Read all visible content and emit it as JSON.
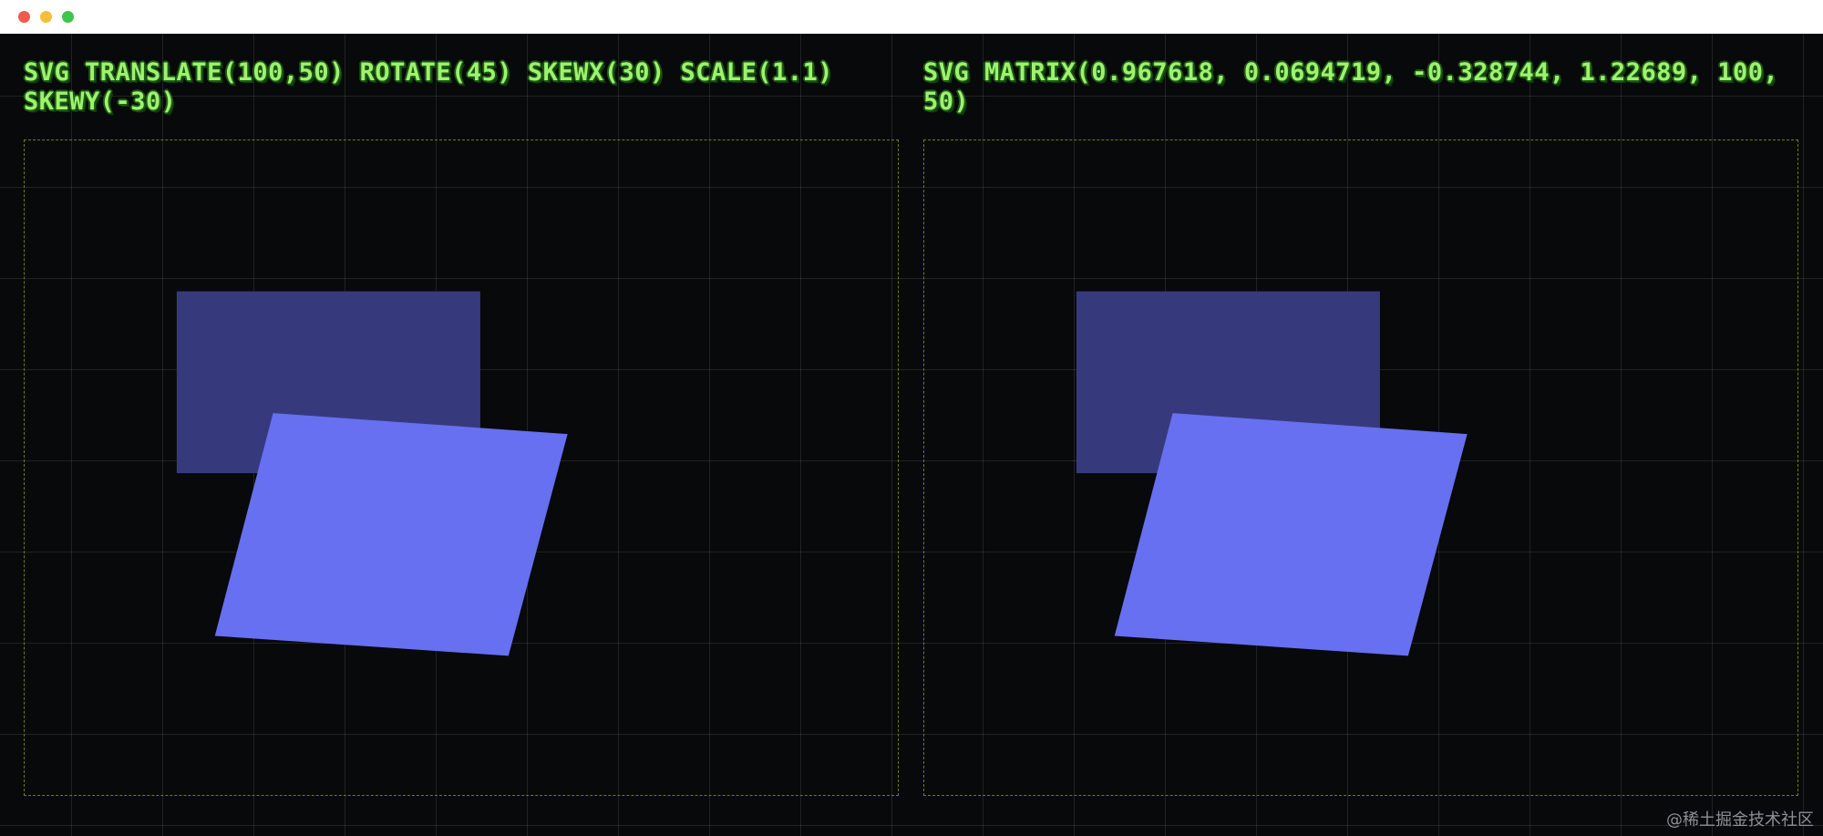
{
  "window": {
    "controls": [
      "close",
      "minimize",
      "maximize"
    ]
  },
  "panels": [
    {
      "title": "SVG translate(100,50) rotate(45) skewX(30) scale(1.1) skewY(-30)"
    },
    {
      "title": "SVG matrix(0.967618, 0.0694719, -0.328744, 1.22689, 100, 50)"
    }
  ],
  "watermark": "@稀土掘金技术社区",
  "colors": {
    "background": "#08090a",
    "grid_line": "#2a2b2e",
    "title_text": "#9ef26e",
    "title_outline": "#1e5a17",
    "panel_border": "#6f7d18",
    "original_rect": "#363a7c",
    "transformed_rect": "#6670f0"
  }
}
